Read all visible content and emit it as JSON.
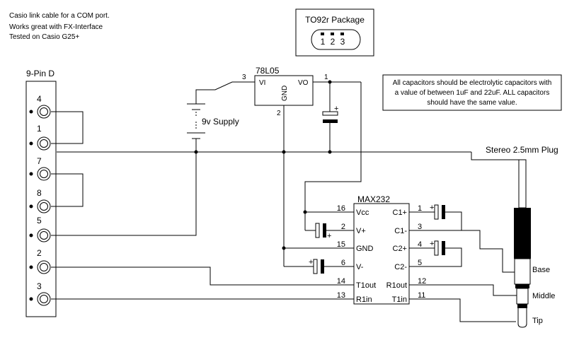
{
  "notes": {
    "line1": "Casio link cable for a COM port.",
    "line2": "Works great with FX-Interface",
    "line3": "Tested on Casio G25+"
  },
  "package": {
    "title": "TO92r Package",
    "pins": [
      "1",
      "2",
      "3"
    ]
  },
  "regulator": {
    "name": "78L05",
    "vi": "VI",
    "vo": "VO",
    "gnd": "GND",
    "pin1": "1",
    "pin2": "2",
    "pin3": "3"
  },
  "supply": {
    "label": "9v Supply"
  },
  "capacitor_note": {
    "line1": "All capacitors should be electrolytic capacitors with",
    "line2": "a value of between 1uF and 22uF. ALL capacitors",
    "line3": "should have the same value."
  },
  "connector": {
    "title": "9-Pin D",
    "pins": [
      "4",
      "1",
      "7",
      "8",
      "5",
      "2",
      "3"
    ]
  },
  "max232": {
    "name": "MAX232",
    "left_pins": [
      {
        "num": "16",
        "label": "Vcc"
      },
      {
        "num": "2",
        "label": "V+"
      },
      {
        "num": "15",
        "label": "GND"
      },
      {
        "num": "6",
        "label": "V-"
      },
      {
        "num": "14",
        "label": "T1out"
      },
      {
        "num": "13",
        "label": "R1in"
      }
    ],
    "right_pins": [
      {
        "num": "1",
        "label": "C1+"
      },
      {
        "num": "3",
        "label": "C1-"
      },
      {
        "num": "4",
        "label": "C2+"
      },
      {
        "num": "5",
        "label": "C2-"
      },
      {
        "num": "12",
        "label": "R1out"
      },
      {
        "num": "11",
        "label": "T1in"
      }
    ]
  },
  "plug": {
    "title": "Stereo 2.5mm Plug",
    "base": "Base",
    "middle": "Middle",
    "tip": "Tip"
  },
  "plus_sign": "+"
}
